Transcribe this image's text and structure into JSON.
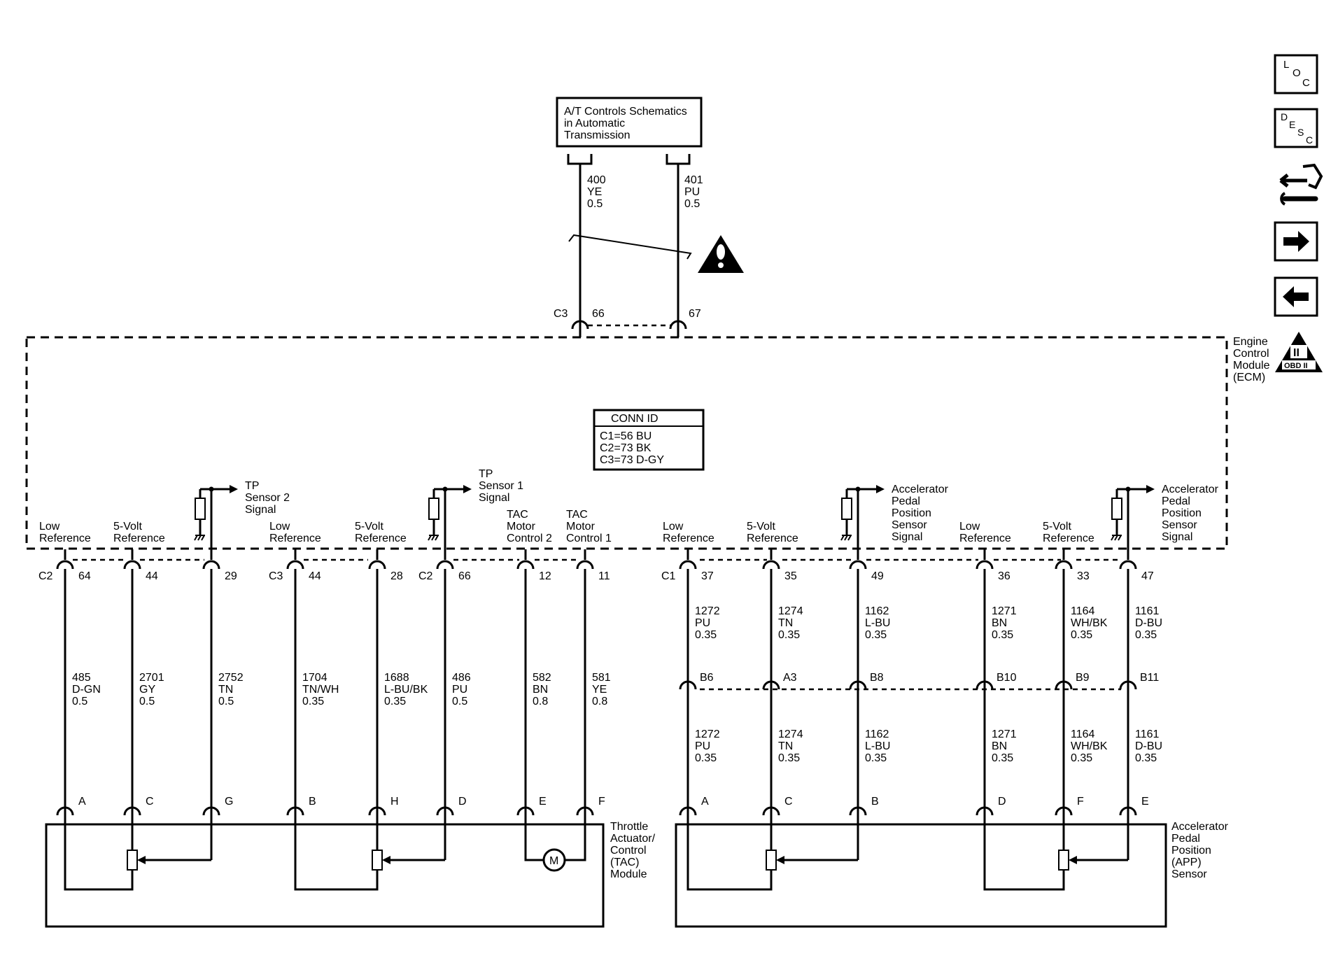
{
  "transmission_box": {
    "lines": [
      "A/T Controls Schematics",
      "in Automatic",
      "Transmission"
    ]
  },
  "top_wires": [
    {
      "circuit": "400",
      "color": "YE",
      "size": "0.5",
      "pin": "66"
    },
    {
      "circuit": "401",
      "color": "PU",
      "size": "0.5",
      "pin": "67"
    }
  ],
  "top_connector": "C3",
  "ecm": {
    "lines": [
      "Engine",
      "Control",
      "Module",
      "(ECM)"
    ]
  },
  "conn_id": {
    "title": "CONN ID",
    "lines": [
      "C1=56 BU",
      "C2=73 BK",
      "C3=73 D-GY"
    ]
  },
  "signal_labels": {
    "tp2": [
      "TP",
      "Sensor 2",
      "Signal"
    ],
    "tp1": [
      "TP",
      "Sensor 1",
      "Signal"
    ],
    "app1": [
      "Accelerator",
      "Pedal",
      "Position",
      "Sensor",
      "Signal"
    ],
    "app2": [
      "Accelerator",
      "Pedal",
      "Position",
      "Sensor",
      "Signal"
    ]
  },
  "ecm_terminals": [
    {
      "label": [
        "Low",
        "Reference"
      ],
      "conn": "C2",
      "pin": "64"
    },
    {
      "label": [
        "5-Volt",
        "Reference"
      ],
      "conn": "",
      "pin": "44"
    },
    {
      "label": [],
      "conn": "",
      "pin": "29"
    },
    {
      "label": [
        "Low",
        "Reference"
      ],
      "conn": "C3",
      "pin": "44"
    },
    {
      "label": [
        "5-Volt",
        "Reference"
      ],
      "conn": "",
      "pin": "28"
    },
    {
      "label": [],
      "conn": "C2",
      "pin": "66"
    },
    {
      "label": [
        "TAC",
        "Motor",
        "Control 2"
      ],
      "conn": "",
      "pin": "12"
    },
    {
      "label": [
        "TAC",
        "Motor",
        "Control 1"
      ],
      "conn": "",
      "pin": "11"
    },
    {
      "label": [
        "Low",
        "Reference"
      ],
      "conn": "C1",
      "pin": "37"
    },
    {
      "label": [
        "5-Volt",
        "Reference"
      ],
      "conn": "",
      "pin": "35"
    },
    {
      "label": [],
      "conn": "",
      "pin": "49"
    },
    {
      "label": [
        "Low",
        "Reference"
      ],
      "conn": "",
      "pin": "36"
    },
    {
      "label": [
        "5-Volt",
        "Reference"
      ],
      "conn": "",
      "pin": "33"
    },
    {
      "label": [],
      "conn": "",
      "pin": "47"
    }
  ],
  "tac_wires": [
    {
      "circuit": "485",
      "color": "D-GN",
      "size": "0.5",
      "pin": "A"
    },
    {
      "circuit": "2701",
      "color": "GY",
      "size": "0.5",
      "pin": "C"
    },
    {
      "circuit": "2752",
      "color": "TN",
      "size": "0.5",
      "pin": "G"
    },
    {
      "circuit": "1704",
      "color": "TN/WH",
      "size": "0.35",
      "pin": "B"
    },
    {
      "circuit": "1688",
      "color": "L-BU/BK",
      "size": "0.35",
      "pin": "H"
    },
    {
      "circuit": "486",
      "color": "PU",
      "size": "0.5",
      "pin": "D"
    },
    {
      "circuit": "582",
      "color": "BN",
      "size": "0.8",
      "pin": "E"
    },
    {
      "circuit": "581",
      "color": "YE",
      "size": "0.8",
      "pin": "F"
    }
  ],
  "app_wires": [
    {
      "circuit": "1272",
      "color": "PU",
      "size": "0.35",
      "inline": "B6",
      "pin": "A"
    },
    {
      "circuit": "1274",
      "color": "TN",
      "size": "0.35",
      "inline": "A3",
      "pin": "C"
    },
    {
      "circuit": "1162",
      "color": "L-BU",
      "size": "0.35",
      "inline": "B8",
      "pin": "B"
    },
    {
      "circuit": "1271",
      "color": "BN",
      "size": "0.35",
      "inline": "B10",
      "pin": "D"
    },
    {
      "circuit": "1164",
      "color": "WH/BK",
      "size": "0.35",
      "inline": "B9",
      "pin": "F"
    },
    {
      "circuit": "1161",
      "color": "D-BU",
      "size": "0.35",
      "inline": "B11",
      "pin": "E"
    }
  ],
  "tac_module": {
    "lines": [
      "Throttle",
      "Actuator/",
      "Control",
      "(TAC)",
      "Module"
    ],
    "motor": "M"
  },
  "app_sensor": {
    "lines": [
      "Accelerator",
      "Pedal",
      "Position",
      "(APP)",
      "Sensor"
    ]
  },
  "side_icons": {
    "loc": [
      "L",
      "O",
      "C"
    ],
    "desc": [
      "D",
      "E",
      "S",
      "C"
    ],
    "obd_top": "II",
    "obd_bottom": "OBD II"
  }
}
